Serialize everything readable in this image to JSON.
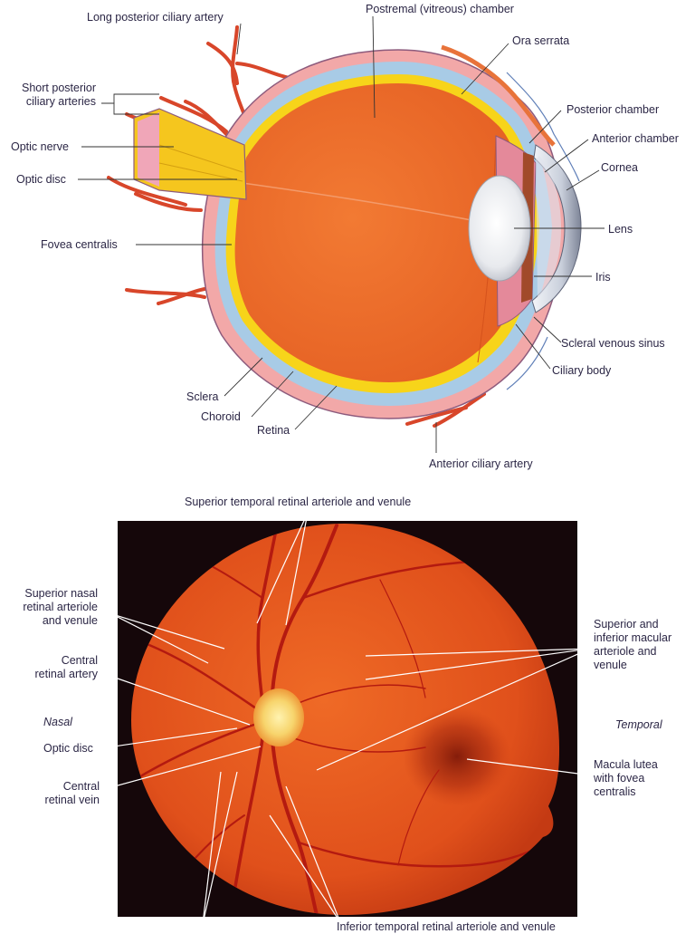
{
  "eye_section": {
    "labels": {
      "long_posterior_ciliary_artery": "Long posterior ciliary artery",
      "postremal_chamber": "Postremal (vitreous) chamber",
      "ora_serrata": "Ora serrata",
      "short_posterior_ciliary_arteries": "Short posterior\nciliary arteries",
      "posterior_chamber": "Posterior chamber",
      "anterior_chamber": "Anterior chamber",
      "optic_nerve": "Optic nerve",
      "cornea": "Cornea",
      "optic_disc": "Optic disc",
      "fovea_centralis": "Fovea centralis",
      "lens": "Lens",
      "iris": "Iris",
      "scleral_venous_sinus": "Scleral venous sinus",
      "ciliary_body": "Ciliary body",
      "sclera": "Sclera",
      "choroid": "Choroid",
      "retina": "Retina",
      "anterior_ciliary_artery": "Anterior ciliary artery"
    },
    "colors": {
      "vitreous": "#ee6a2a",
      "sclera": "#f2a8a8",
      "choroid": "#a8cbe6",
      "retina": "#f7d41a",
      "optic_nerve": "#f5c61e",
      "artery": "#d8462a",
      "lens": "#eef0f4"
    }
  },
  "fundus": {
    "labels": {
      "superior_temporal": "Superior temporal retinal arteriole and venule",
      "superior_nasal": "Superior nasal\nretinal arteriole\nand venule",
      "superior_inferior_macular": "Superior and\ninferior macular\narteriole and\nvenule",
      "central_retinal_artery": "Central\nretinal artery",
      "nasal": "Nasal",
      "temporal": "Temporal",
      "optic_disc": "Optic disc",
      "macula_lutea": "Macula lutea\nwith fovea\ncentralis",
      "central_retinal_vein": "Central\nretinal vein",
      "inferior_temporal": "Inferior temporal retinal arteriole and venule"
    },
    "colors": {
      "background": "#15070a",
      "retina": "#e4521c",
      "disc": "#f6d77a",
      "vessel": "#b41a10"
    }
  }
}
